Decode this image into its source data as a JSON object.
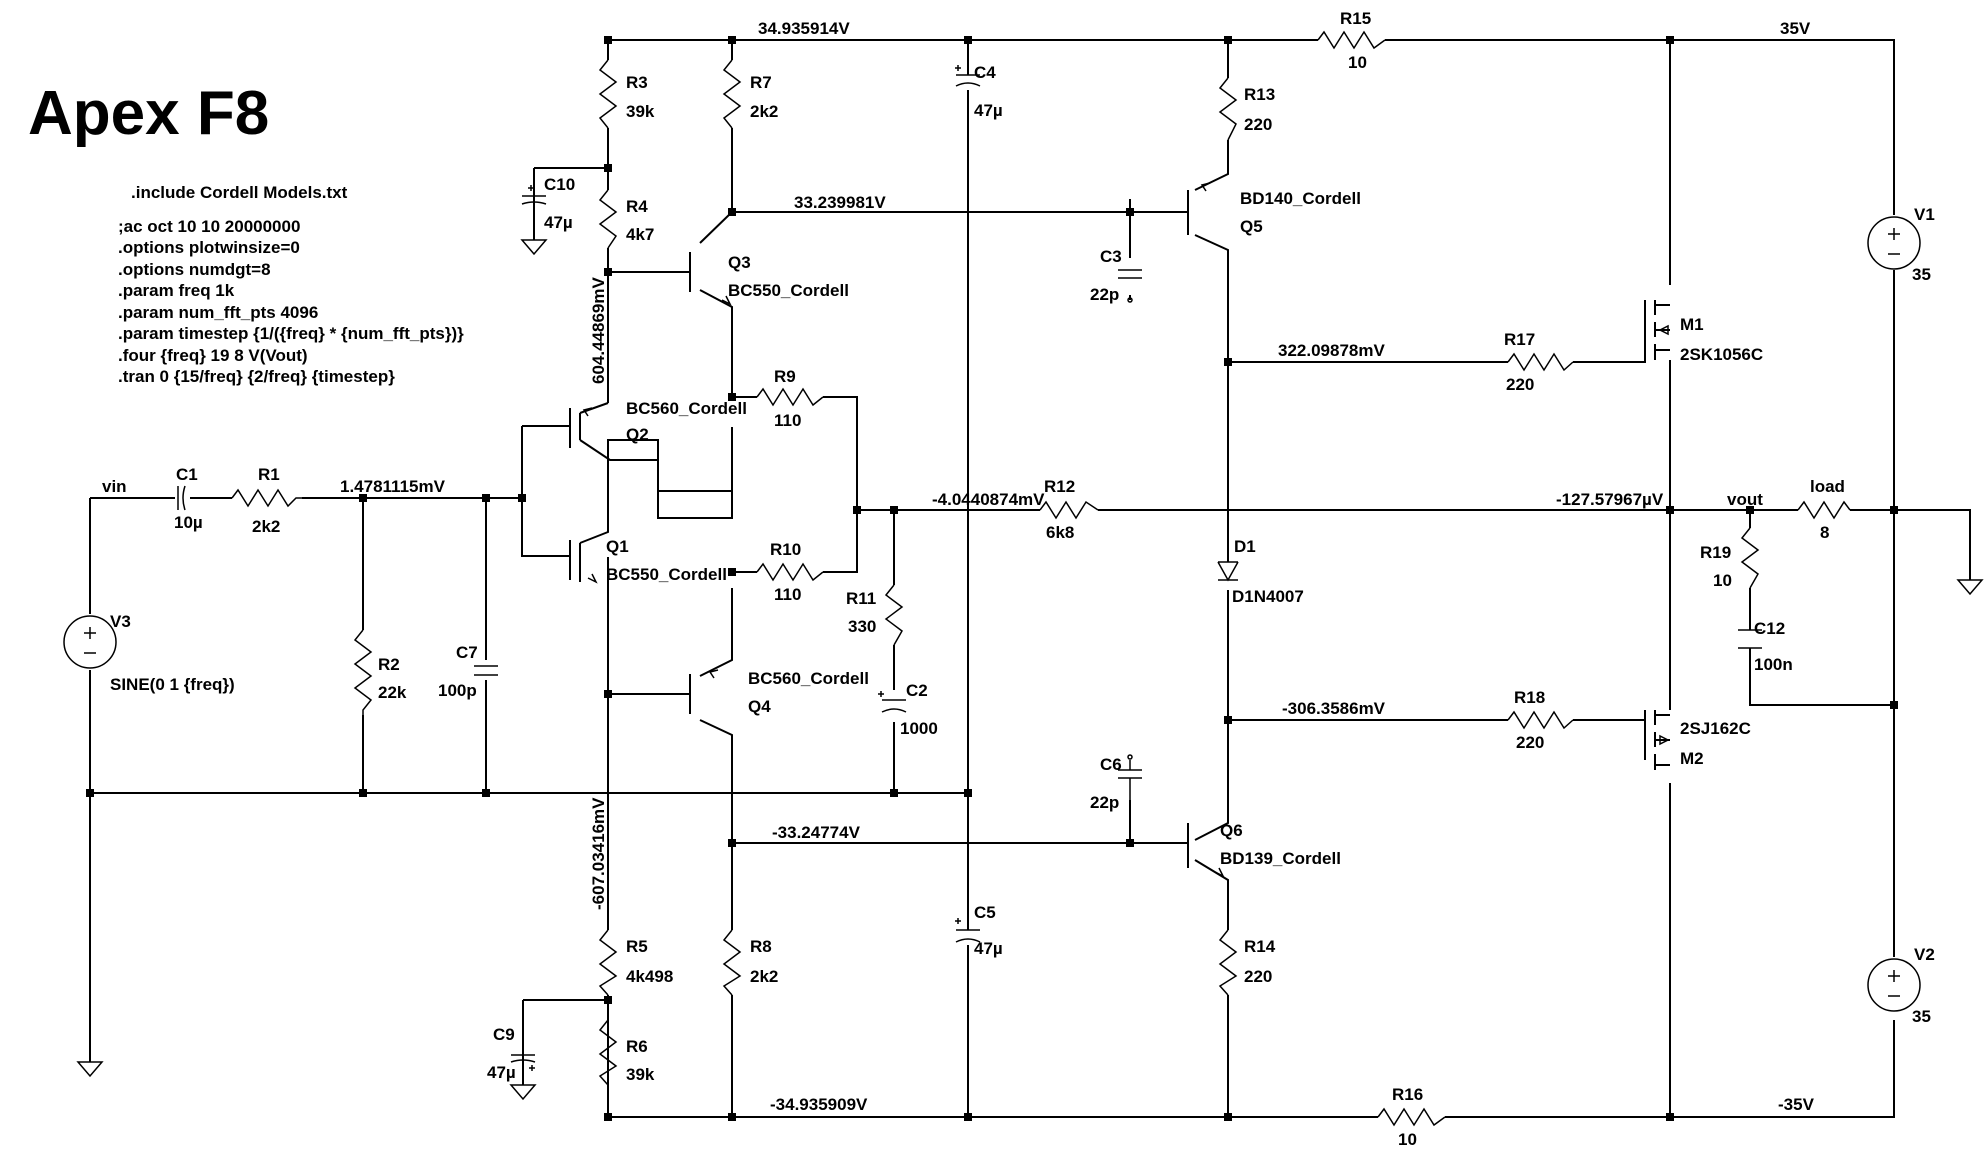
{
  "title": "Apex F8",
  "directives": {
    "include": ".include Cordell Models.txt",
    "lines": [
      ";ac oct 10 10 20000000",
      ".options plotwinsize=0",
      ".options numdgt=8",
      ".param freq 1k",
      ".param num_fft_pts 4096",
      ".param timestep {1/({freq} * {num_fft_pts})}",
      ".four {freq} 19 8 V(Vout)",
      ".tran 0 {15/freq} {2/freq} {timestep}"
    ]
  },
  "components": {
    "r1": {
      "name": "R1",
      "value": "2k2"
    },
    "r2": {
      "name": "R2",
      "value": "22k"
    },
    "r3": {
      "name": "R3",
      "value": "39k"
    },
    "r4": {
      "name": "R4",
      "value": "4k7"
    },
    "r5": {
      "name": "R5",
      "value": "4k498"
    },
    "r6": {
      "name": "R6",
      "value": "39k"
    },
    "r7": {
      "name": "R7",
      "value": "2k2"
    },
    "r8": {
      "name": "R8",
      "value": "2k2"
    },
    "r9": {
      "name": "R9",
      "value": "110"
    },
    "r10": {
      "name": "R10",
      "value": "110"
    },
    "r11": {
      "name": "R11",
      "value": "330"
    },
    "r12": {
      "name": "R12",
      "value": "6k8"
    },
    "r13": {
      "name": "R13",
      "value": "220"
    },
    "r14": {
      "name": "R14",
      "value": "220"
    },
    "r15": {
      "name": "R15",
      "value": "10"
    },
    "r16": {
      "name": "R16",
      "value": "10"
    },
    "r17": {
      "name": "R17",
      "value": "220"
    },
    "r18": {
      "name": "R18",
      "value": "220"
    },
    "r19": {
      "name": "R19",
      "value": "10"
    },
    "load": {
      "name": "load",
      "value": "8"
    },
    "c1": {
      "name": "C1",
      "value": "10µ"
    },
    "c2": {
      "name": "C2",
      "value": "1000"
    },
    "c3": {
      "name": "C3",
      "value": "22p"
    },
    "c4": {
      "name": "C4",
      "value": "47µ"
    },
    "c5": {
      "name": "C5",
      "value": "47µ"
    },
    "c6": {
      "name": "C6",
      "value": "22p"
    },
    "c7": {
      "name": "C7",
      "value": "100p"
    },
    "c9": {
      "name": "C9",
      "value": "47µ"
    },
    "c10": {
      "name": "C10",
      "value": "47µ"
    },
    "c12": {
      "name": "C12",
      "value": "100n"
    },
    "q1": {
      "name": "Q1",
      "value": "BC550_Cordell"
    },
    "q2": {
      "name": "Q2",
      "value": "BC560_Cordell"
    },
    "q3": {
      "name": "Q3",
      "value": "BC550_Cordell"
    },
    "q4": {
      "name": "Q4",
      "value": "BC560_Cordell"
    },
    "q5": {
      "name": "Q5",
      "value": "BD140_Cordell"
    },
    "q6": {
      "name": "Q6",
      "value": "BD139_Cordell"
    },
    "m1": {
      "name": "M1",
      "value": "2SK1056C"
    },
    "m2": {
      "name": "M2",
      "value": "2SJ162C"
    },
    "d1": {
      "name": "D1",
      "value": "D1N4007"
    },
    "v1": {
      "name": "V1",
      "value": "35"
    },
    "v2": {
      "name": "V2",
      "value": "35"
    },
    "v3": {
      "name": "V3",
      "value": "SINE(0 1 {freq})"
    }
  },
  "nets": {
    "vin": "vin",
    "vout": "vout",
    "top_rail": "34.935914V",
    "bottom_rail": "-34.935909V",
    "pos_supply": "35V",
    "neg_supply": "-35V",
    "input_node": "1.4781115mV",
    "fb_node": "-4.0440874mV",
    "out_node": "-127.57967µV",
    "q3_bias": "604.44869mV",
    "q4_bias": "-607.03416mV",
    "q5_base": "33.239981V",
    "q6_base": "-33.24774V",
    "m1_gate": "322.09878mV",
    "m2_gate": "-306.3586mV"
  }
}
